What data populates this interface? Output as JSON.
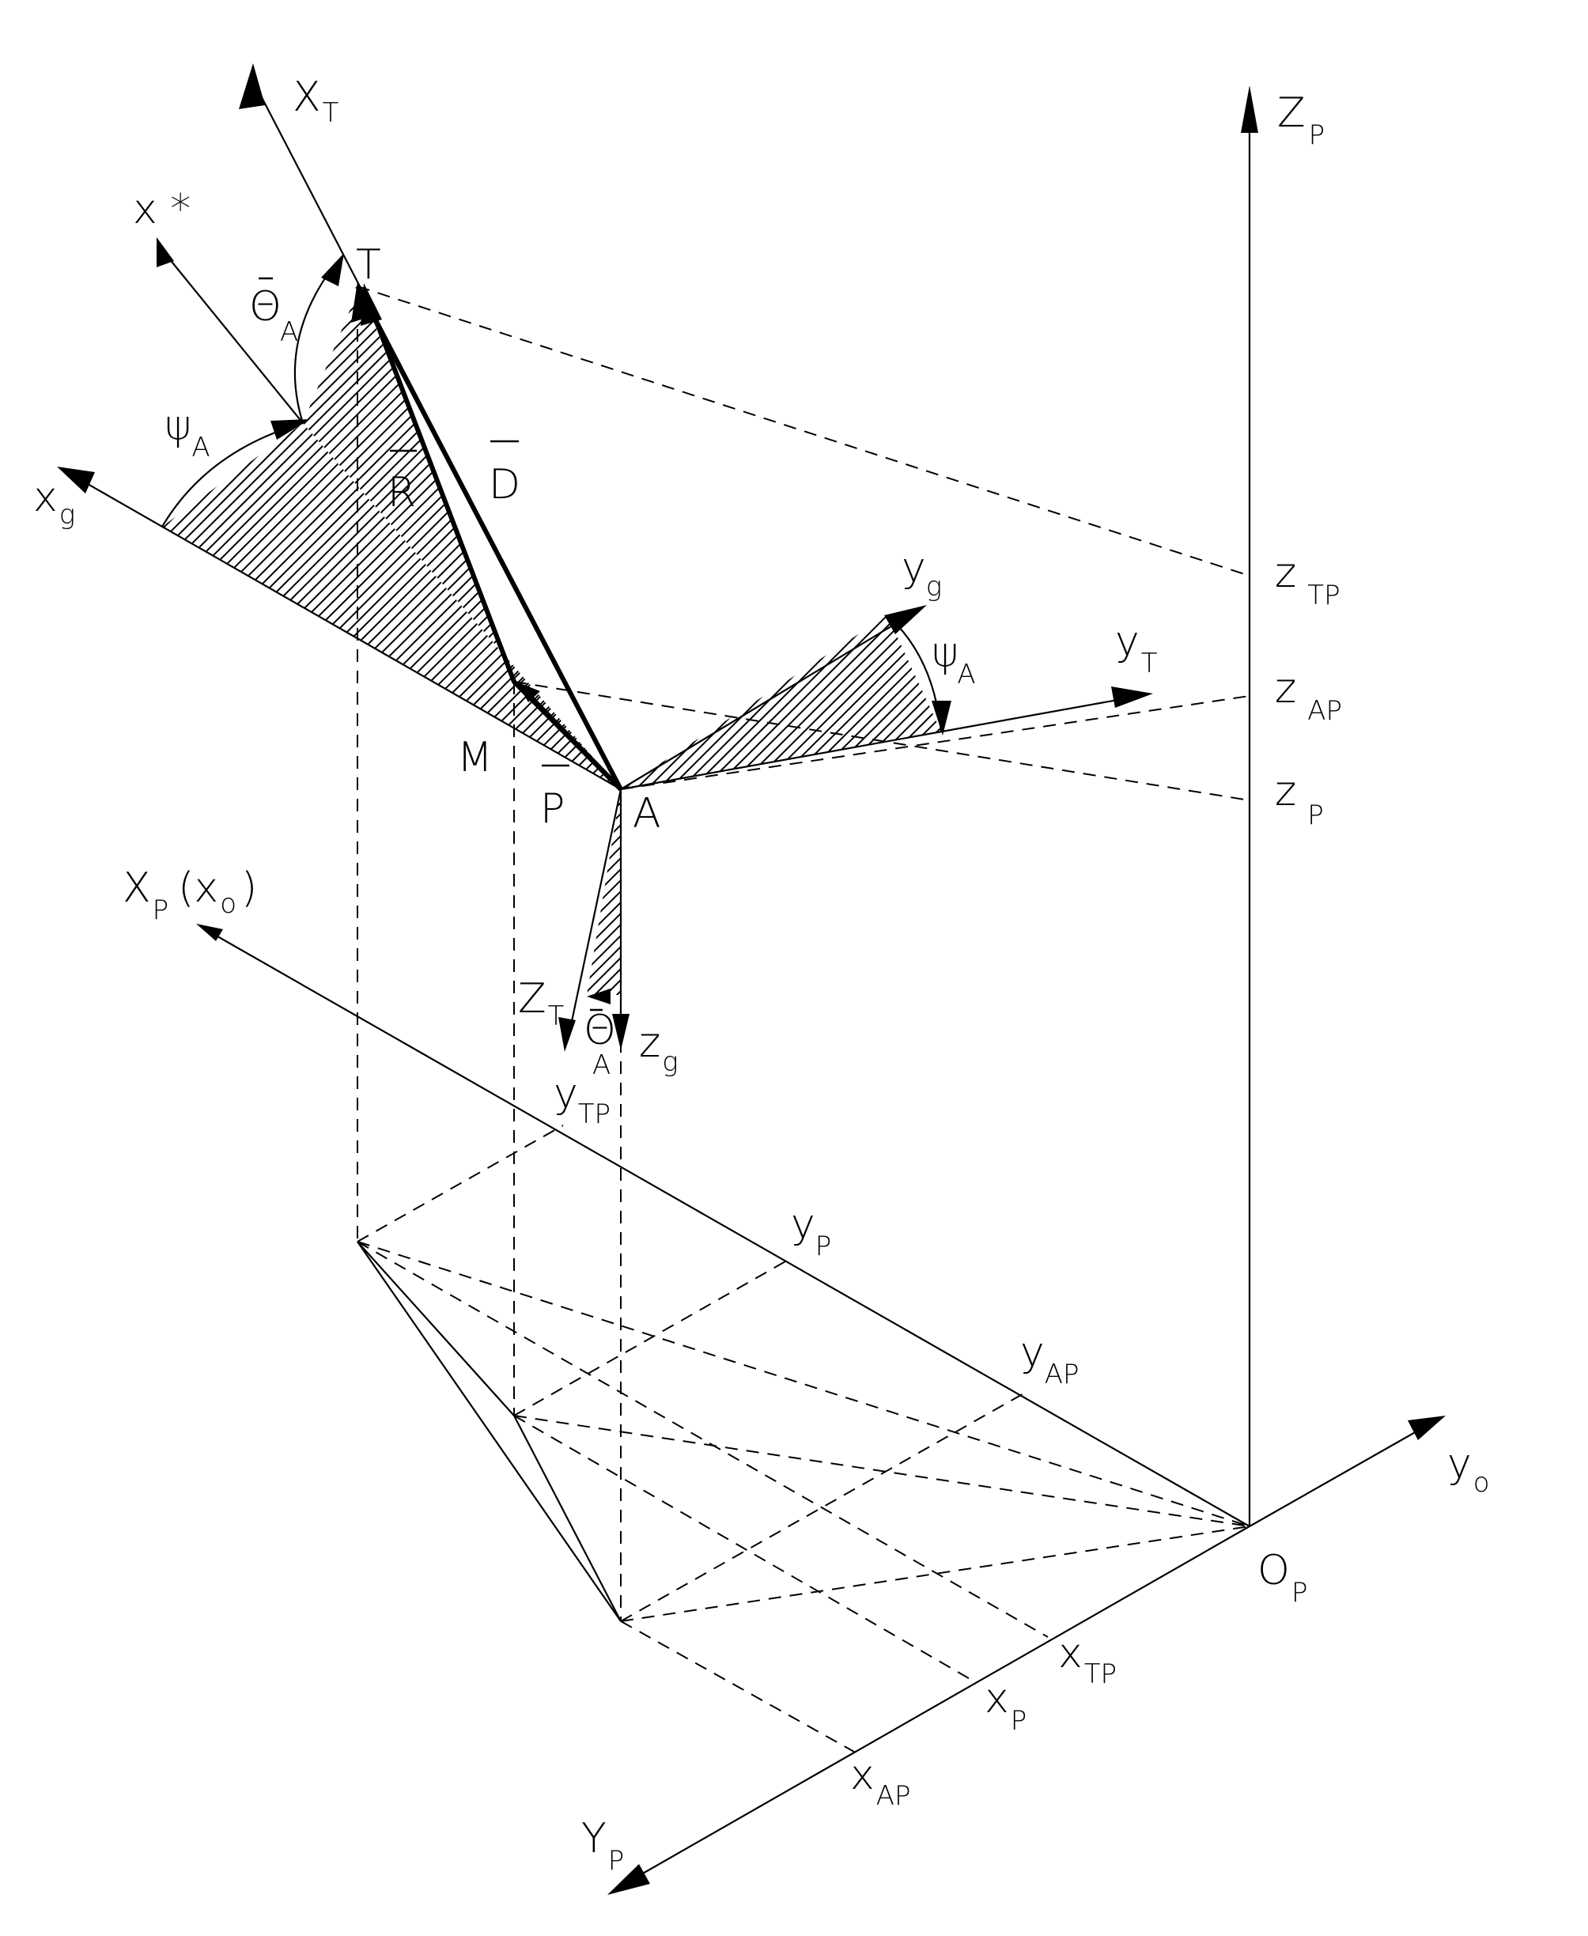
{
  "labels": {
    "XT": {
      "main": "X",
      "sub": "T"
    },
    "ZP": {
      "main": "Z",
      "sub": "P"
    },
    "xstar": {
      "main": "x *"
    },
    "T": {
      "main": "T"
    },
    "thetaA_top": {
      "main": "Θ",
      "sub": "A"
    },
    "psiA_left": {
      "main": "ψ",
      "sub": "A"
    },
    "xg": {
      "main": "x",
      "sub": "g"
    },
    "R": {
      "main": "R"
    },
    "D": {
      "main": "D"
    },
    "ZTP": {
      "main": "z",
      "sub": "TP"
    },
    "yg": {
      "main": "y",
      "sub": "g"
    },
    "psiA_right": {
      "main": "ψ",
      "sub": "A"
    },
    "yT": {
      "main": "y",
      "sub": "T"
    },
    "ZAP": {
      "main": "z",
      "sub": "AP"
    },
    "M": {
      "main": "M"
    },
    "P": {
      "main": "P"
    },
    "A": {
      "main": "A"
    },
    "ZPsmall": {
      "main": "z",
      "sub": "P"
    },
    "XPxo": {
      "main": "X",
      "sub": "P",
      "tail": "(x",
      "tail_sub": "o",
      "close": ")"
    },
    "ZT": {
      "main": "Z",
      "sub": "T"
    },
    "thetaA_low": {
      "main": "Θ",
      "sub": "A"
    },
    "zg": {
      "main": "z",
      "sub": "g"
    },
    "yTP": {
      "main": "y",
      "sub": "TP"
    },
    "yP": {
      "main": "y",
      "sub": "P"
    },
    "yAP": {
      "main": "y",
      "sub": "AP"
    },
    "yo": {
      "main": "y",
      "sub": "o"
    },
    "OP": {
      "main": "O",
      "sub": "P"
    },
    "xTP": {
      "main": "x",
      "sub": "TP"
    },
    "xP": {
      "main": "x",
      "sub": "P"
    },
    "xAP": {
      "main": "x",
      "sub": "AP"
    },
    "YP": {
      "main": "Y",
      "sub": "P"
    }
  }
}
